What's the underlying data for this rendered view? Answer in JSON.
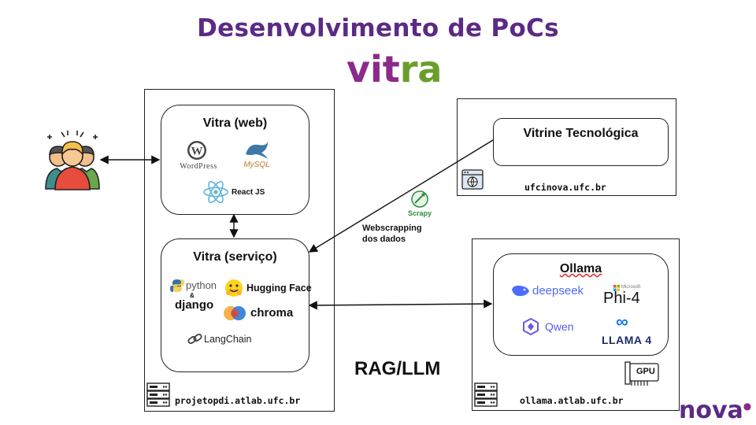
{
  "title": "Desenvolvimento de PoCs",
  "logo": {
    "part1": "vit",
    "part2": "ra",
    "icon": "vitra-logo"
  },
  "users_icon": "users-group-icon",
  "server_left": {
    "host": "projetopdi.atlab.ufc.br",
    "web": {
      "title": "Vitra (web)",
      "techs": {
        "wordpress": "WordPress",
        "mysql": "MySQL",
        "react": "React JS"
      }
    },
    "service": {
      "title": "Vitra (serviço)",
      "techs": {
        "python": "python",
        "amp": "&",
        "django": "django",
        "huggingface": "Hugging Face",
        "chroma": "chroma",
        "langchain": "LangChain"
      }
    }
  },
  "server_top_right": {
    "host": "ufcinova.ufc.br",
    "box_title": "Vitrine Tecnológica"
  },
  "scrapy": {
    "label": "Scrapy",
    "caption_line1": "Webscrapping",
    "caption_line2": "dos dados"
  },
  "server_bottom_right": {
    "host": "ollama.atlab.ufc.br",
    "box_title": "Ollama",
    "models": {
      "deepseek": "deepseek",
      "microsoft": "Microsoft",
      "phi": "Phi-4",
      "qwen": "Qwen",
      "meta": "∞",
      "llama": "LLAMA 4"
    },
    "gpu": "GPU"
  },
  "rag_label": "RAG/LLM",
  "footer_brand": "nova"
}
